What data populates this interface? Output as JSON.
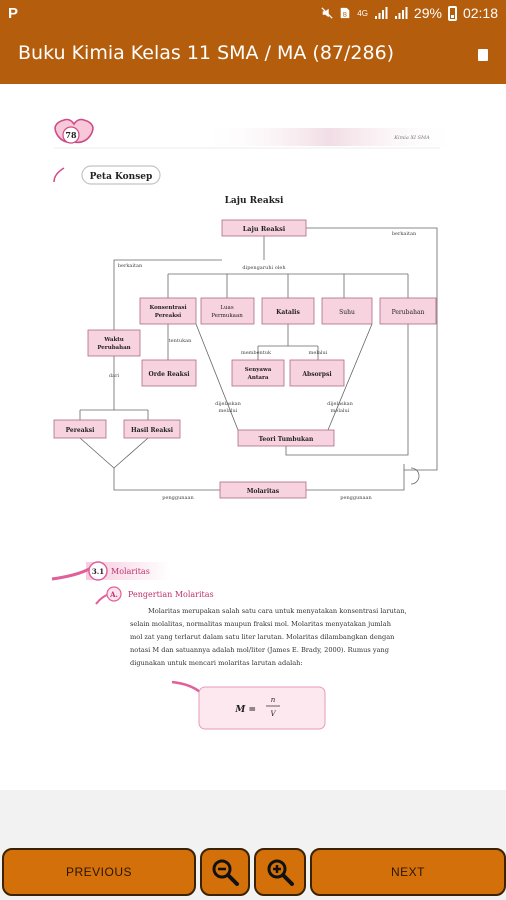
{
  "status_bar": {
    "left_icon": "P",
    "network": "4G",
    "battery": "29%",
    "time": "02:18"
  },
  "app_bar": {
    "title": "Buku Kimia Kelas 11 SMA / MA (87/286)"
  },
  "page": {
    "page_number": "78",
    "running_header": "Kimia XI SMA",
    "section_badge": "Peta Konsep",
    "concept_map": {
      "title": "Laju Reaksi",
      "nodes": {
        "laju_reaksi": "Laju Reaksi",
        "konsentrasi": "Konsentrasi Pereaksi",
        "luas": "Luas Permukaan",
        "katalis": "Katalis",
        "suhu": "Suhu",
        "perubahan": "Perubahan",
        "waktu": "Waktu Perubahan",
        "orde": "Orde Reaksi",
        "senyawa": "Senyawa Antara",
        "absorpsi": "Absorpsi",
        "pereaksi": "Pereaksi",
        "hasil": "Hasil Reaksi",
        "teori": "Teori Tumbukan",
        "molaritas": "Molaritas"
      },
      "labels": {
        "berkaitan_right": "berkaitan",
        "berkaitan_left": "berkaitan",
        "dipengaruhi": "dipengaruhi oleh",
        "menentukan": "tentukan",
        "membentuk": "membentuk",
        "melalui": "melalui",
        "dari": "dari",
        "dijelaskan_left": "dijelaskan melalui",
        "dijelaskan_right": "dijelaskan melalui",
        "penggunaan_left": "penggunaan",
        "penggunaan_right": "penggunaan"
      }
    },
    "section": {
      "number": "3.1",
      "title": "Molaritas",
      "subsection_letter": "A.",
      "subsection_title": "Pengertian Molaritas",
      "paragraph": [
        "Molaritas merupakan salah satu cara untuk menyatakan konsentrasi larutan,",
        "selain molalitas, normalitas maupun fraksi mol. Molaritas menyatakan jumlah",
        "mol zat yang terlarut dalam satu liter larutan. Molaritas dilambangkan dengan",
        "notasi  M dan satuannya adalah mol/liter (James E. Brady, 2000). Rumus yang",
        "digunakan untuk mencari molaritas larutan adalah:"
      ],
      "formula_lhs": "M =",
      "formula_num": "n",
      "formula_den": "V"
    }
  },
  "footer": {
    "prev_label": "PREVIOUS",
    "next_label": "NEXT",
    "zoom_out_icon": "zoom-out-icon",
    "zoom_in_icon": "zoom-in-icon"
  },
  "colors": {
    "accent": "#b45d0c",
    "button": "#d3700a",
    "node_fill": "#f7d3df",
    "node_stroke": "#b06a86",
    "pink": "#e0609a"
  }
}
